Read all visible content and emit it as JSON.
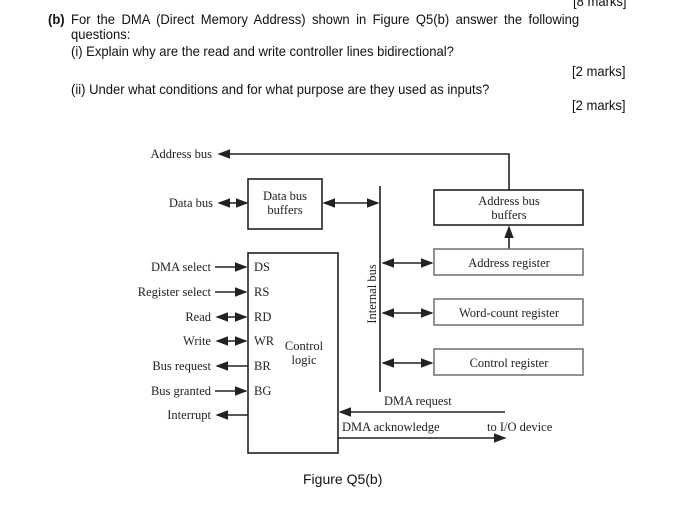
{
  "header_marks": "[8 marks]",
  "question": {
    "label": "(b)",
    "line1": "For the DMA (Direct Memory Address) shown in Figure Q5(b) answer the following",
    "line2": "questions:",
    "parts": [
      {
        "text": "(i) Explain why are the read and write controller lines bidirectional?",
        "marks": "[2 marks]"
      },
      {
        "text": "(ii) Under what conditions and for what purpose are they used as inputs?",
        "marks": "[2 marks]"
      }
    ]
  },
  "diagram": {
    "address_bus": "Address bus",
    "data_bus": "Data bus",
    "data_bus_buffers": [
      "Data bus",
      "buffers"
    ],
    "address_bus_buffers": [
      "Address bus",
      "buffers"
    ],
    "internal_bus": "Internal bus",
    "registers": [
      "Address register",
      "Word-count register",
      "Control register"
    ],
    "signals": [
      {
        "name": "DMA select",
        "pin": "DS"
      },
      {
        "name": "Register select",
        "pin": "RS"
      },
      {
        "name": "Read",
        "pin": "RD"
      },
      {
        "name": "Write",
        "pin": "WR"
      },
      {
        "name": "Bus request",
        "pin": "BR"
      },
      {
        "name": "Bus granted",
        "pin": "BG"
      },
      {
        "name": "Interrupt",
        "pin": ""
      }
    ],
    "control_logic": [
      "Control",
      "logic"
    ],
    "dma_request": "DMA request",
    "dma_acknowledge": "DMA acknowledge",
    "to_io_device": "to I/O device"
  },
  "figure_caption": "Figure Q5(b)"
}
